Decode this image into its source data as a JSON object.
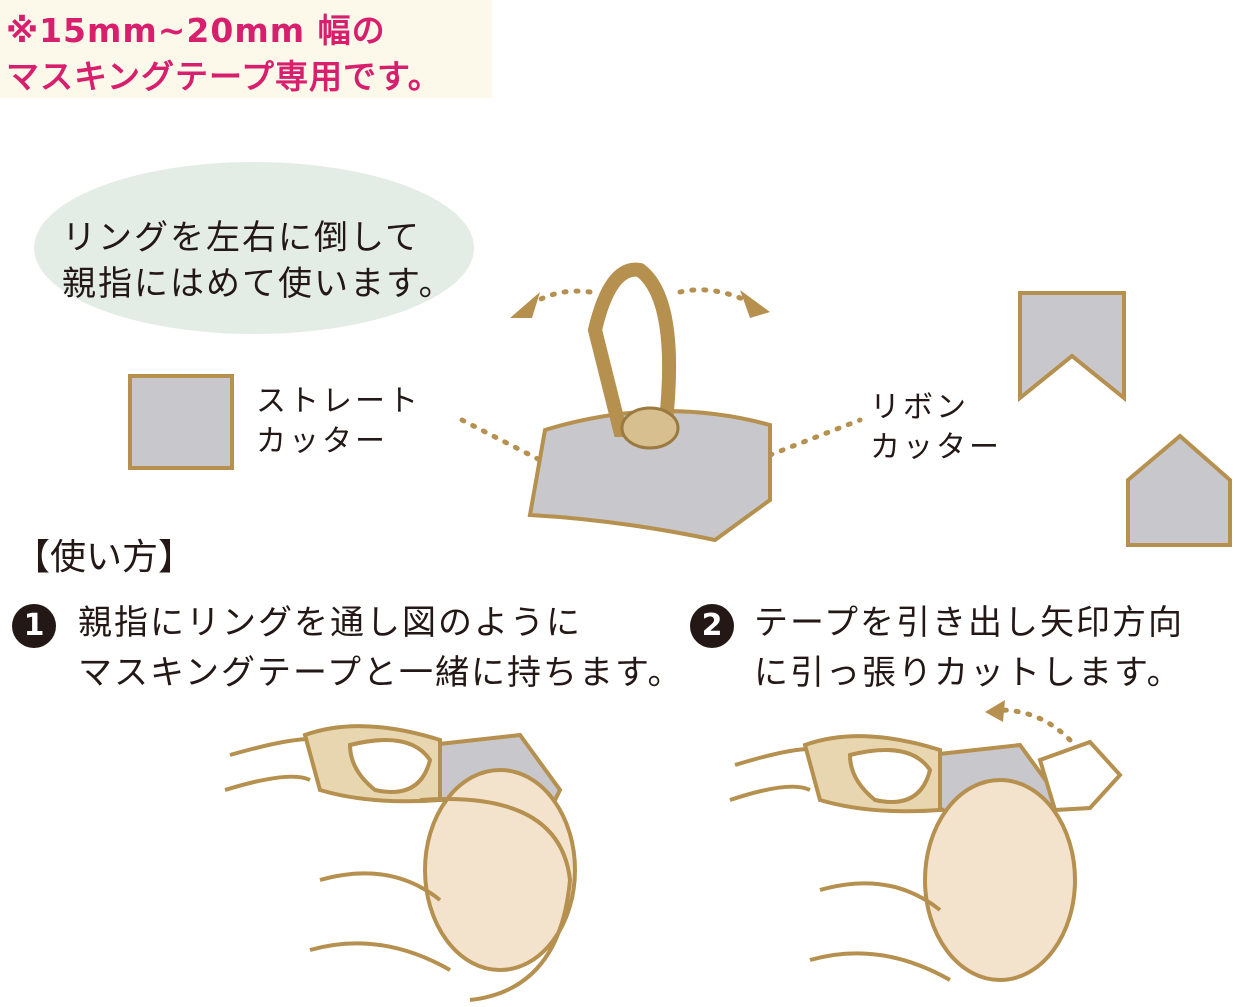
{
  "note": {
    "line1": "※15mm~20mm 幅の",
    "line2": "マスキングテープ専用です。"
  },
  "bubble": {
    "line1": "リングを左右に倒して",
    "line2": "親指にはめて使います。"
  },
  "straight_cutter": {
    "line1": "ストレート",
    "line2": "カッター"
  },
  "ribbon_cutter": {
    "line1": "リボン",
    "line2": "カッター"
  },
  "howto_title": "【使い方】",
  "steps": [
    {
      "number": "1",
      "line1": "親指にリングを通し図のように",
      "line2": "マスキングテープと一緒に持ちます。"
    },
    {
      "number": "2",
      "line1": "テープを引き出し矢印方向",
      "line2": "に引っ張りカットします。"
    }
  ],
  "colors": {
    "pink": "#d81f6e",
    "gold": "#b5904f",
    "gray": "#c8c8cc",
    "bubble": "#e4ece6"
  }
}
